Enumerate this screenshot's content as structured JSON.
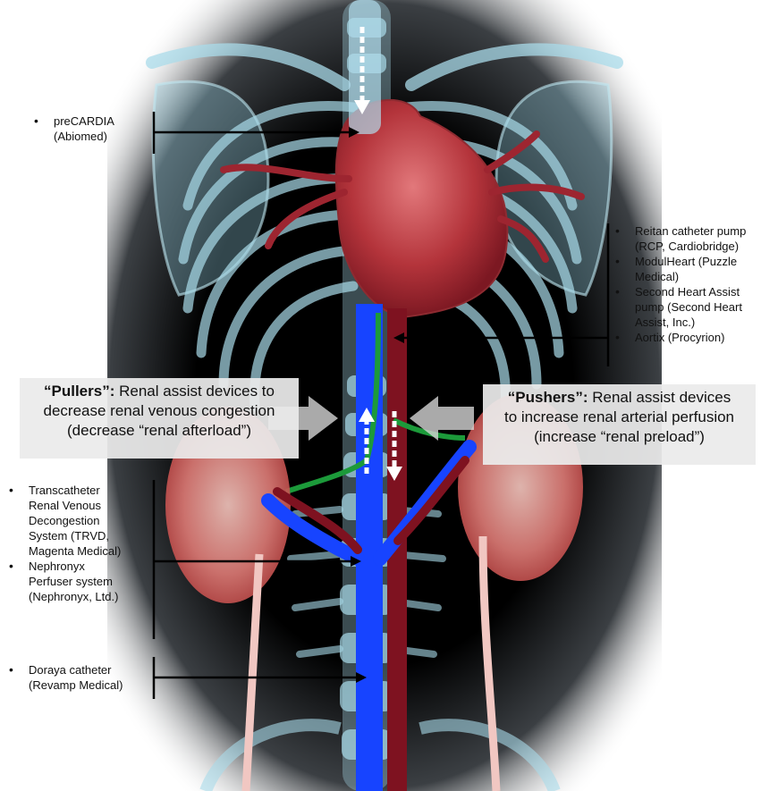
{
  "colors": {
    "background": "#000000",
    "skeleton": "#a9dbe9",
    "vein": "#1744ff",
    "artery": "#7e1220",
    "kidney": "#e88a86",
    "heart": "#b8393f",
    "perfusion_tube": "#1c9a3a"
  },
  "labels": {
    "precardia": [
      "preCARDIA\n(Abiomed)"
    ],
    "pushers_devices": [
      "Reitan catheter pump\n(RCP, Cardiobridge)",
      "ModulHeart (Puzzle\nMedical)",
      "Second Heart Assist\npump (Second Heart\nAssist, Inc.)",
      "Aortix (Procyrion)"
    ],
    "pullers_devices": [
      "Transcatheter\nRenal Venous\nDecongestion\nSystem (TRVD,\nMagenta Medical)",
      "Nephronyx\nPerfuser system\n(Nephronyx, Ltd.)"
    ],
    "doraya": [
      "Doraya catheter\n(Revamp Medical)"
    ]
  },
  "pullers": {
    "title": "“Pullers”:",
    "line1": "Renal assist devices to",
    "line2": "decrease renal venous congestion",
    "line3": "(decrease “renal afterload”)"
  },
  "pushers": {
    "title": "“Pushers”:",
    "line1": "Renal assist devices",
    "line2": "to increase renal arterial perfusion",
    "line3": "(increase “renal preload”)"
  }
}
